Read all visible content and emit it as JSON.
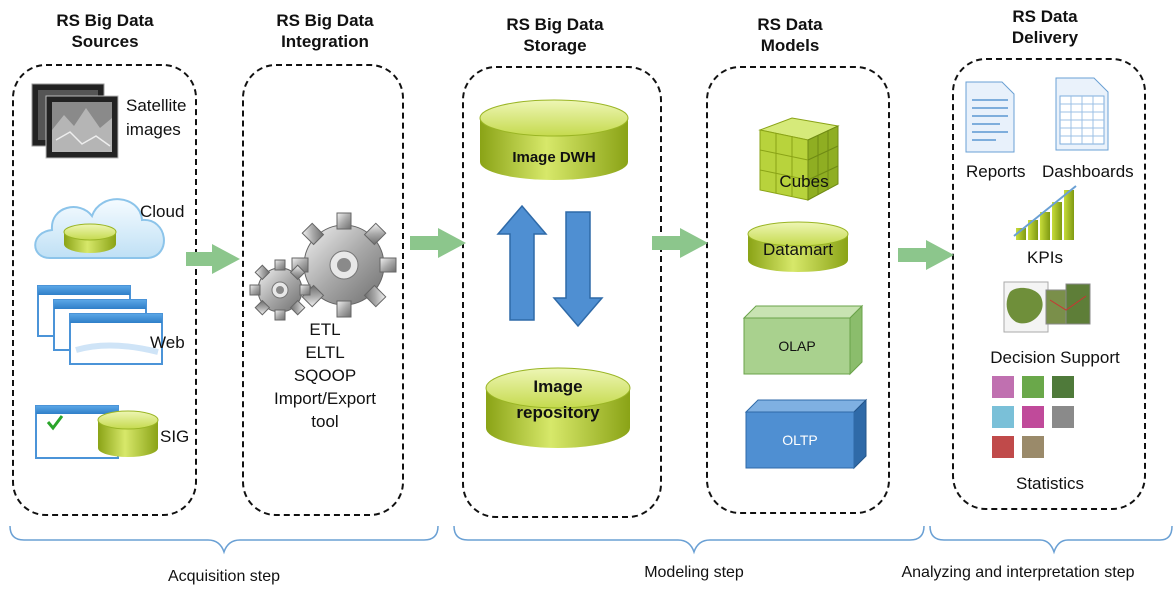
{
  "columns": [
    {
      "title": "RS Big Data\nSources"
    },
    {
      "title": "RS Big Data\nIntegration"
    },
    {
      "title": "RS Big Data\nStorage"
    },
    {
      "title": "RS Data\nModels"
    },
    {
      "title": "RS Data\nDelivery"
    }
  ],
  "sources": {
    "satellite": "Satellite\nimages",
    "cloud": "Cloud",
    "web": "Web",
    "sig": "SIG"
  },
  "integration": {
    "tools": "ETL\nELTL\nSQOOP\nImport/Export\ntool"
  },
  "storage": {
    "dwh": "Image DWH",
    "repository": "Image\nrepository"
  },
  "models": {
    "cubes": "Cubes",
    "datamart": "Datamart",
    "olap": "OLAP",
    "oltp": "OLTP"
  },
  "delivery": {
    "reports": "Reports",
    "dashboards": "Dashboards",
    "kpis": "KPIs",
    "decision": "Decision Support",
    "statistics": "Statistics"
  },
  "steps": {
    "acquisition": "Acquisition step",
    "modeling": "Modeling step",
    "analyzing": "Analyzing and interpretation step"
  },
  "colors": {
    "arrow_green": "#8cc68c",
    "bracket_blue": "#6aa0d4",
    "cylinder_green": "#b7cf3a",
    "arrow_blue": "#4f8fd2",
    "olap_green": "#a9d18e",
    "oltp_blue": "#4f8fd2"
  }
}
